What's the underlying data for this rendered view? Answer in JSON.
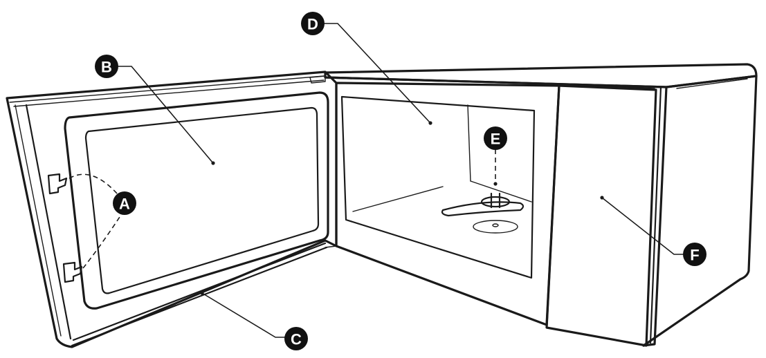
{
  "labels": {
    "A": "A",
    "B": "B",
    "C": "C",
    "D": "D",
    "E": "E",
    "F": "F"
  },
  "colors": {
    "line": "#1a1a1a",
    "badge": "#111111",
    "badge_text": "#ffffff",
    "background": "#ffffff"
  }
}
